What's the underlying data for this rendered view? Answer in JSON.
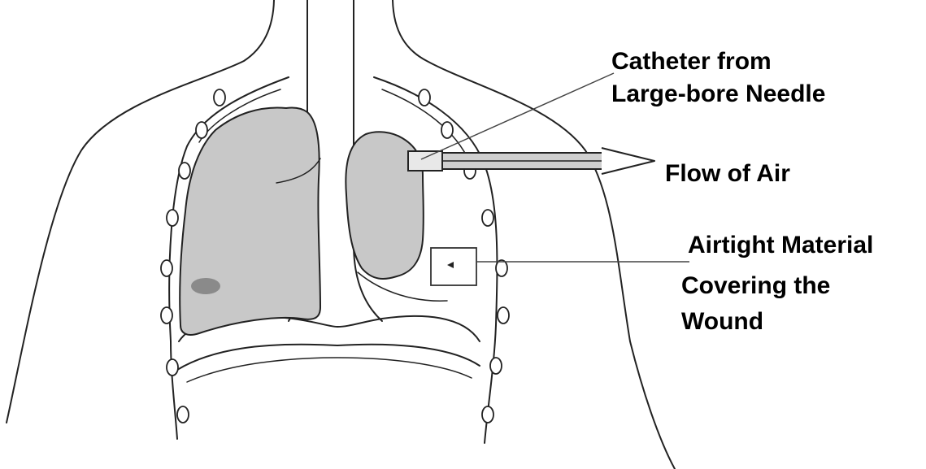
{
  "labels": {
    "catheter_line1": "Catheter from",
    "catheter_line2": "Large-bore Needle",
    "flow": "Flow of Air",
    "airtight_line1": "Airtight Material",
    "airtight_line2": "Covering the",
    "airtight_line3": "Wound"
  },
  "colors": {
    "lung_fill": "#c8c8c8",
    "lesion_fill": "#8a8a8a",
    "catheter_fill": "#cfcfcf",
    "line": "#222222",
    "background": "#ffffff"
  }
}
